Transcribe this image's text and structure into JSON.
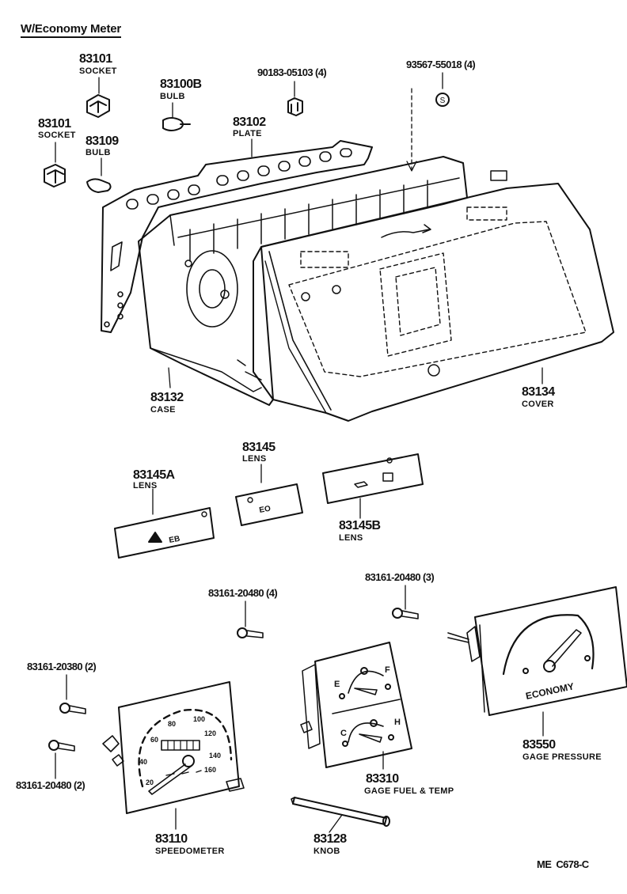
{
  "heading": "W/Economy Meter",
  "ref_code": "ME  C678-C",
  "parts": {
    "socket_top": {
      "number": "83101",
      "name": "SOCKET"
    },
    "bulb_top": {
      "number": "83100B",
      "name": "BULB"
    },
    "clip": {
      "number": "90183-05103 (4)"
    },
    "nut": {
      "number": "93567-55018 (4)"
    },
    "socket_left": {
      "number": "83101",
      "name": "SOCKET"
    },
    "bulb_left": {
      "number": "83109",
      "name": "BULB"
    },
    "plate": {
      "number": "83102",
      "name": "PLATE"
    },
    "case": {
      "number": "83132",
      "name": "CASE"
    },
    "cover": {
      "number": "83134",
      "name": "COVER"
    },
    "lens": {
      "number": "83145",
      "name": "LENS"
    },
    "lens_a": {
      "number": "83145A",
      "name": "LENS"
    },
    "lens_b": {
      "number": "83145B",
      "name": "LENS"
    },
    "screw_4": {
      "number": "83161-20480 (4)"
    },
    "screw_3": {
      "number": "83161-20480 (3)"
    },
    "screw_2a": {
      "number": "83161-20380 (2)"
    },
    "screw_2b": {
      "number": "83161-20480 (2)"
    },
    "gage_pressure": {
      "number": "83550",
      "name": "GAGE PRESSURE"
    },
    "gage_fuel_temp": {
      "number": "83310",
      "name": "GAGE FUEL & TEMP"
    },
    "speedometer": {
      "number": "83110",
      "name": "SPEEDOMETER"
    },
    "knob": {
      "number": "83128",
      "name": "KNOB"
    }
  },
  "dial_text": {
    "economy": "ECONOMY",
    "fuel_e": "E",
    "fuel_f": "F",
    "temp_c": "C",
    "temp_h": "H",
    "lens_eo": "EO",
    "lens_eb": "EB",
    "speed_marks": [
      "20",
      "40",
      "60",
      "80",
      "100",
      "120",
      "140",
      "160"
    ]
  },
  "colors": {
    "ink": "#111111",
    "paper": "#ffffff"
  }
}
